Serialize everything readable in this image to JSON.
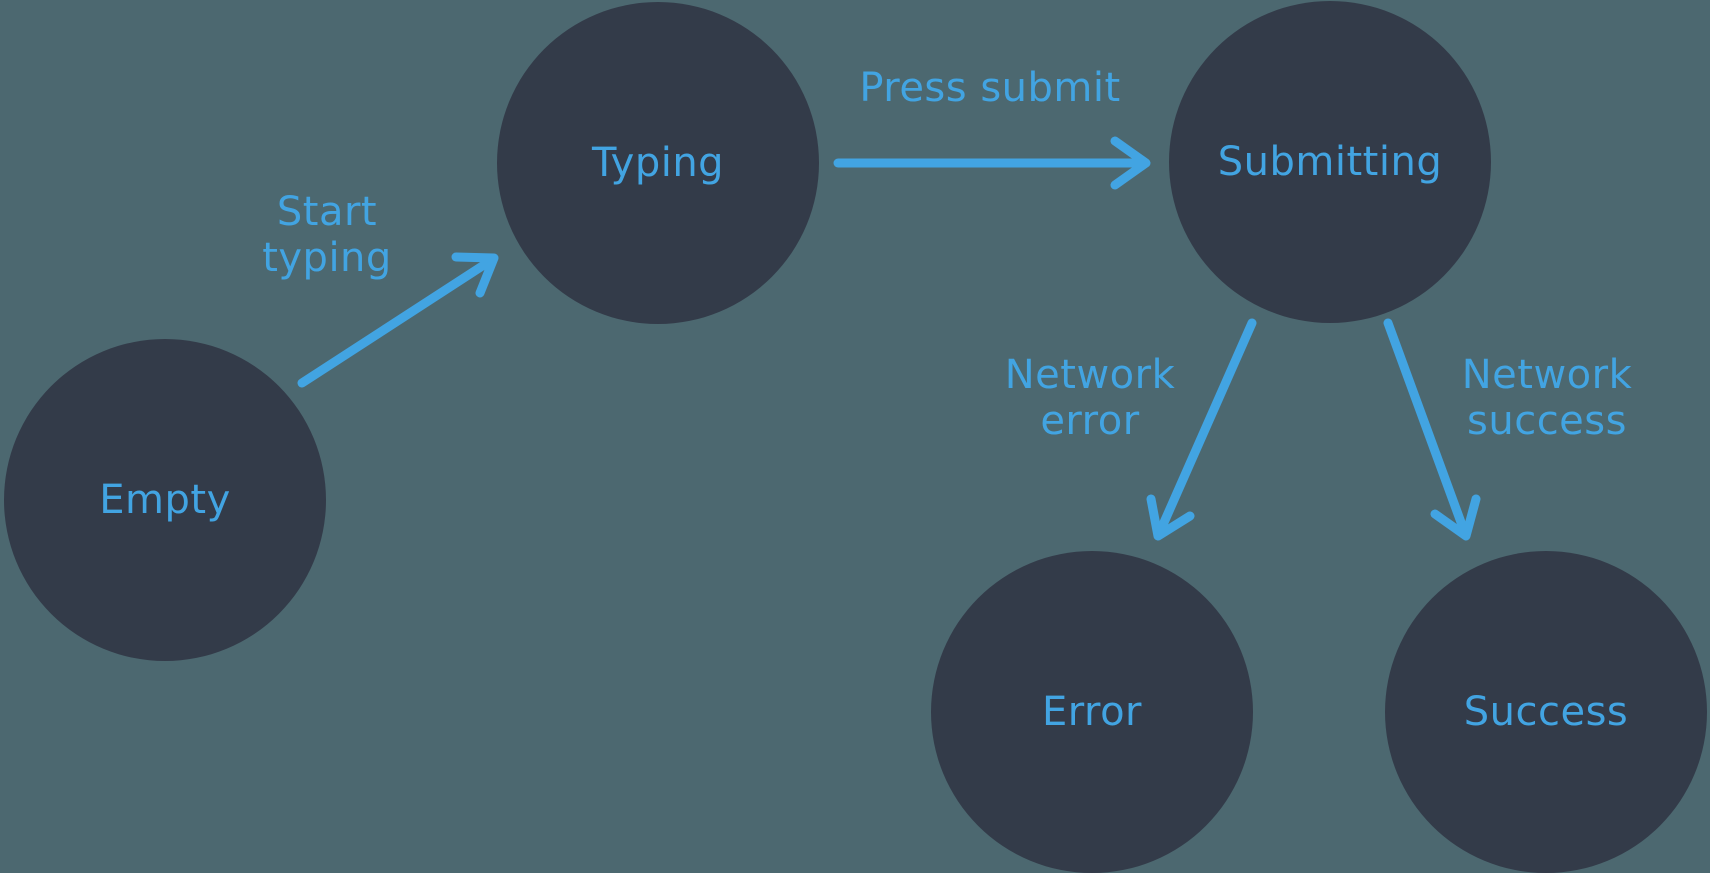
{
  "diagram": {
    "title": "form submission state machine",
    "colors": {
      "background": "#4c6870",
      "node_fill": "#333b49",
      "accent_blue": "#42a4e2"
    },
    "states": [
      {
        "id": "empty",
        "label": "Empty"
      },
      {
        "id": "typing",
        "label": "Typing"
      },
      {
        "id": "submitting",
        "label": "Submitting"
      },
      {
        "id": "error",
        "label": "Error"
      },
      {
        "id": "success",
        "label": "Success"
      }
    ],
    "transitions": [
      {
        "id": "start-typing",
        "from": "Empty",
        "to": "Typing",
        "label": "Start typing",
        "label_lines": [
          "Start",
          "typing"
        ]
      },
      {
        "id": "press-submit",
        "from": "Typing",
        "to": "Submitting",
        "label": "Press submit",
        "label_lines": [
          "Press submit"
        ]
      },
      {
        "id": "network-error",
        "from": "Submitting",
        "to": "Error",
        "label": "Network error",
        "label_lines": [
          "Network",
          "error"
        ]
      },
      {
        "id": "network-success",
        "from": "Submitting",
        "to": "Success",
        "label": "Network success",
        "label_lines": [
          "Network",
          "success"
        ]
      }
    ]
  }
}
